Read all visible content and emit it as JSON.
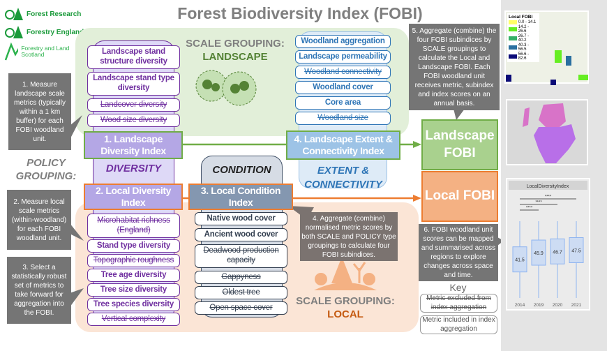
{
  "title": "Forest Biodiversity Index (FOBI)",
  "logos": [
    "Forest Research",
    "Forestry England",
    "Forestry and Land Scotland"
  ],
  "colors": {
    "green": "#70ad47",
    "orange": "#ed7d31",
    "purple": "#7030a0",
    "blue": "#2e75b6",
    "slate": "#44546a"
  },
  "scale_landscape": {
    "label": "SCALE GROUPING:",
    "value": "LANDSCAPE"
  },
  "scale_local": {
    "label": "SCALE GROUPING:",
    "value": "LOCAL"
  },
  "policy_grouping": "POLICY GROUPING:",
  "diversity": {
    "label": "DIVERSITY",
    "landscape_index": "1. Landscape Diversity Index",
    "local_index": "2. Local Diversity Index",
    "landscape_metrics": [
      {
        "label": "Landscape stand structure diversity",
        "included": true
      },
      {
        "label": "Landscape stand type diversity",
        "included": true
      },
      {
        "label": "Landcover diversity",
        "included": false
      },
      {
        "label": "Wood size diversity",
        "included": false
      }
    ],
    "local_metrics": [
      {
        "label": "Microhabitat richness (England)",
        "included": false
      },
      {
        "label": "Stand type diversity",
        "included": true
      },
      {
        "label": "Topographic roughness",
        "included": false
      },
      {
        "label": "Tree age diversity",
        "included": true
      },
      {
        "label": "Tree size diversity",
        "included": true
      },
      {
        "label": "Tree species diversity",
        "included": true
      },
      {
        "label": "Vertical complexity",
        "included": false
      }
    ]
  },
  "condition": {
    "label": "CONDITION",
    "index": "3. Local Condition Index",
    "metrics": [
      {
        "label": "Native wood cover",
        "included": true
      },
      {
        "label": "Ancient wood cover",
        "included": true
      },
      {
        "label": "Deadwood production capacity",
        "included": false
      },
      {
        "label": "Gappyness",
        "included": false
      },
      {
        "label": "Oldest tree",
        "included": false
      },
      {
        "label": "Open space cover",
        "included": false
      }
    ]
  },
  "extent": {
    "label": "EXTENT & CONNECTIVITY",
    "index": "4. Landscape Extent & Connectivity Index",
    "metrics": [
      {
        "label": "Woodland aggregation",
        "included": true
      },
      {
        "label": "Landscape permeability",
        "included": true
      },
      {
        "label": "Woodland connectivity",
        "included": false
      },
      {
        "label": "Woodland cover",
        "included": true
      },
      {
        "label": "Core area",
        "included": true
      },
      {
        "label": "Woodland size",
        "included": false
      }
    ]
  },
  "fobi": {
    "landscape": "Landscape FOBI",
    "local": "Local FOBI"
  },
  "callouts": {
    "c1": "1. Measure landscape scale metrics (typically within a 1 km buffer) for each FOBI woodland unit.",
    "c2": "2. Measure local scale metrics (within-woodland) for each FOBI woodland unit.",
    "c3": "3. Select a statistically robust set of metrics to take forward for aggregation into the FOBI.",
    "c4": "4. Aggregate (combine) normalised metric scores by both SCALE and POLICY type groupings to calculate four FOBI subindices.",
    "c5": "5. Aggregate (combine) the four FOBI subindices by SCALE groupings to calculate the Local and Landscape FOBI. Each FOBI woodland unit receives metric, subindex and index scores on an annual basis.",
    "c6": "6. FOBI woodland unit scores can be mapped and summarised across regions to explore changes across space and time."
  },
  "key": {
    "title": "Key",
    "excluded": "Metric excluded from index aggregation",
    "included": "Metric included in index aggregation"
  },
  "map_legend": {
    "title": "Local FOBI",
    "classes": [
      {
        "label": "0.0 - 14.1",
        "color": "#ffff66"
      },
      {
        "label": "14.2 - 26.6",
        "color": "#66ee22"
      },
      {
        "label": "26.7 - 40.2",
        "color": "#33b066"
      },
      {
        "label": "40.3 - 56.5",
        "color": "#2a6fa0"
      },
      {
        "label": "56.6 - 82.6",
        "color": "#0a0a78"
      }
    ]
  },
  "chart_data": {
    "type": "box",
    "title": "LocalDiversityIndex",
    "categories": [
      "2014",
      "2019",
      "2020",
      "2021"
    ],
    "medians": [
      41.5,
      45.9,
      46.7,
      47.5
    ],
    "significance": [
      "****",
      "****",
      "****"
    ]
  }
}
